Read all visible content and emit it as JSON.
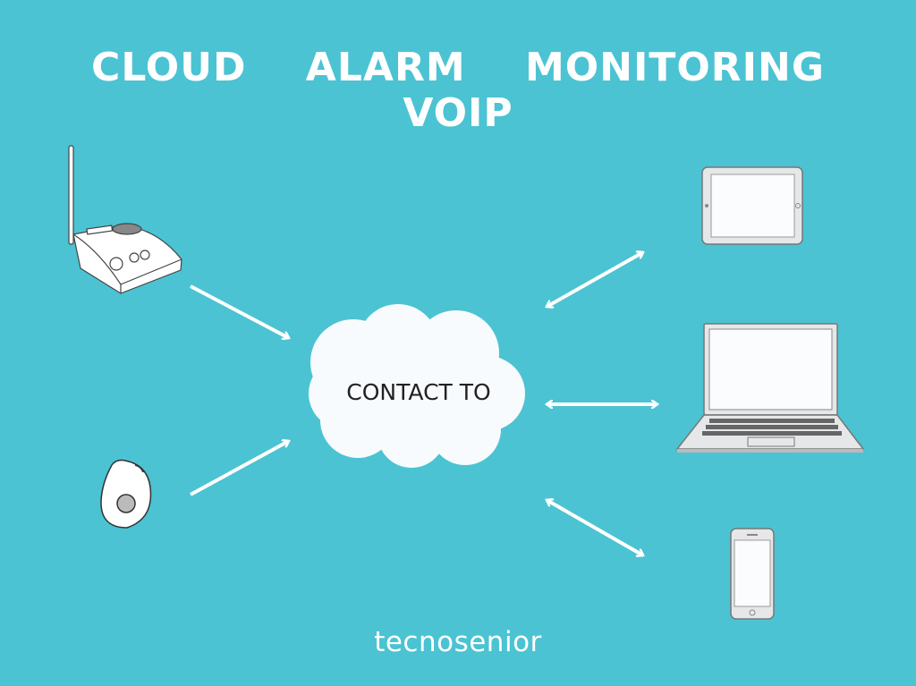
{
  "title_words": [
    "CLOUD",
    "ALARM",
    "MONITORING",
    "VOIP"
  ],
  "cloud_label": "CONTACT TO",
  "logo": "tecnosenior",
  "colors": {
    "background": "#4bc3d3",
    "foreground": "#ffffff",
    "device": "#f3f4f5",
    "text": "#222222"
  }
}
